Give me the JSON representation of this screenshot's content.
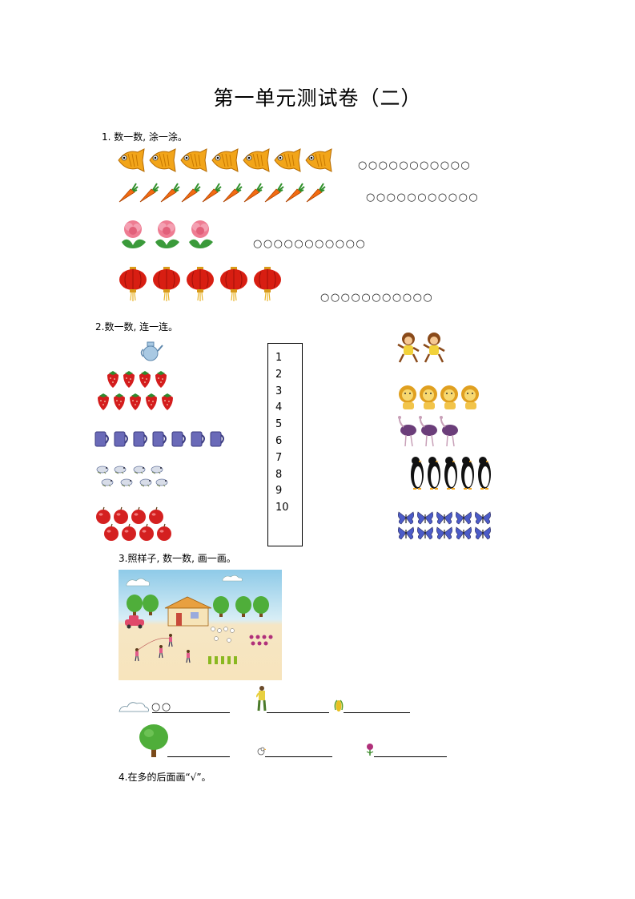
{
  "title": "第一单元测试卷（二）",
  "q1": {
    "heading": "1.  数一数, 涂一涂。",
    "circles": "○○○○○○○○○○○",
    "rows": [
      {
        "icon": "fish-icon",
        "count": 7
      },
      {
        "icon": "carrot-icon",
        "count": 10
      },
      {
        "icon": "flower-icon",
        "count": 3
      },
      {
        "icon": "lantern-icon",
        "count": 5
      }
    ]
  },
  "q2": {
    "heading": "2.数一数, 连一连。",
    "numbers": [
      "1",
      "2",
      "3",
      "4",
      "5",
      "6",
      "7",
      "8",
      "9",
      "10"
    ]
  },
  "q3": {
    "heading": "3.照样子, 数一数, 画一画。",
    "example": "○○"
  },
  "q4": {
    "heading": "4.在多的后面画“√”。"
  }
}
